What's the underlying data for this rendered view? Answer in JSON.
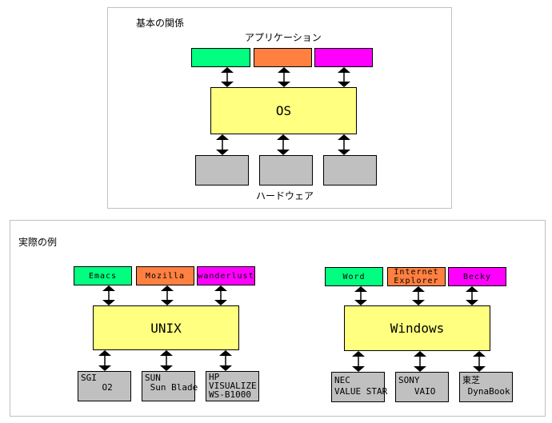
{
  "basic": {
    "title": "基本の関係",
    "apps_label": "アプリケーション",
    "os_label": "OS",
    "hardware_label": "ハードウェア"
  },
  "examples": {
    "title": "実際の例",
    "unix": {
      "os": "UNIX",
      "apps": [
        "Emacs",
        "Mozilla",
        "wanderlust"
      ],
      "hardware": [
        "SGI\n    O2",
        "SUN\n Sun Blade",
        "HP\nVISUALIZE\nWS-B1000"
      ]
    },
    "windows": {
      "os": "Windows",
      "apps": [
        "Word",
        "Internet\nExplorer",
        "Becky"
      ],
      "hardware": [
        "NEC\nVALUE STAR",
        "SONY\n   VAIO",
        "東芝\n DynaBook"
      ]
    }
  },
  "colors": {
    "app1": "#00ff80",
    "app2": "#ff8040",
    "app3": "#ff00ff",
    "os": "#ffff80",
    "hardware": "#c0c0c0"
  }
}
